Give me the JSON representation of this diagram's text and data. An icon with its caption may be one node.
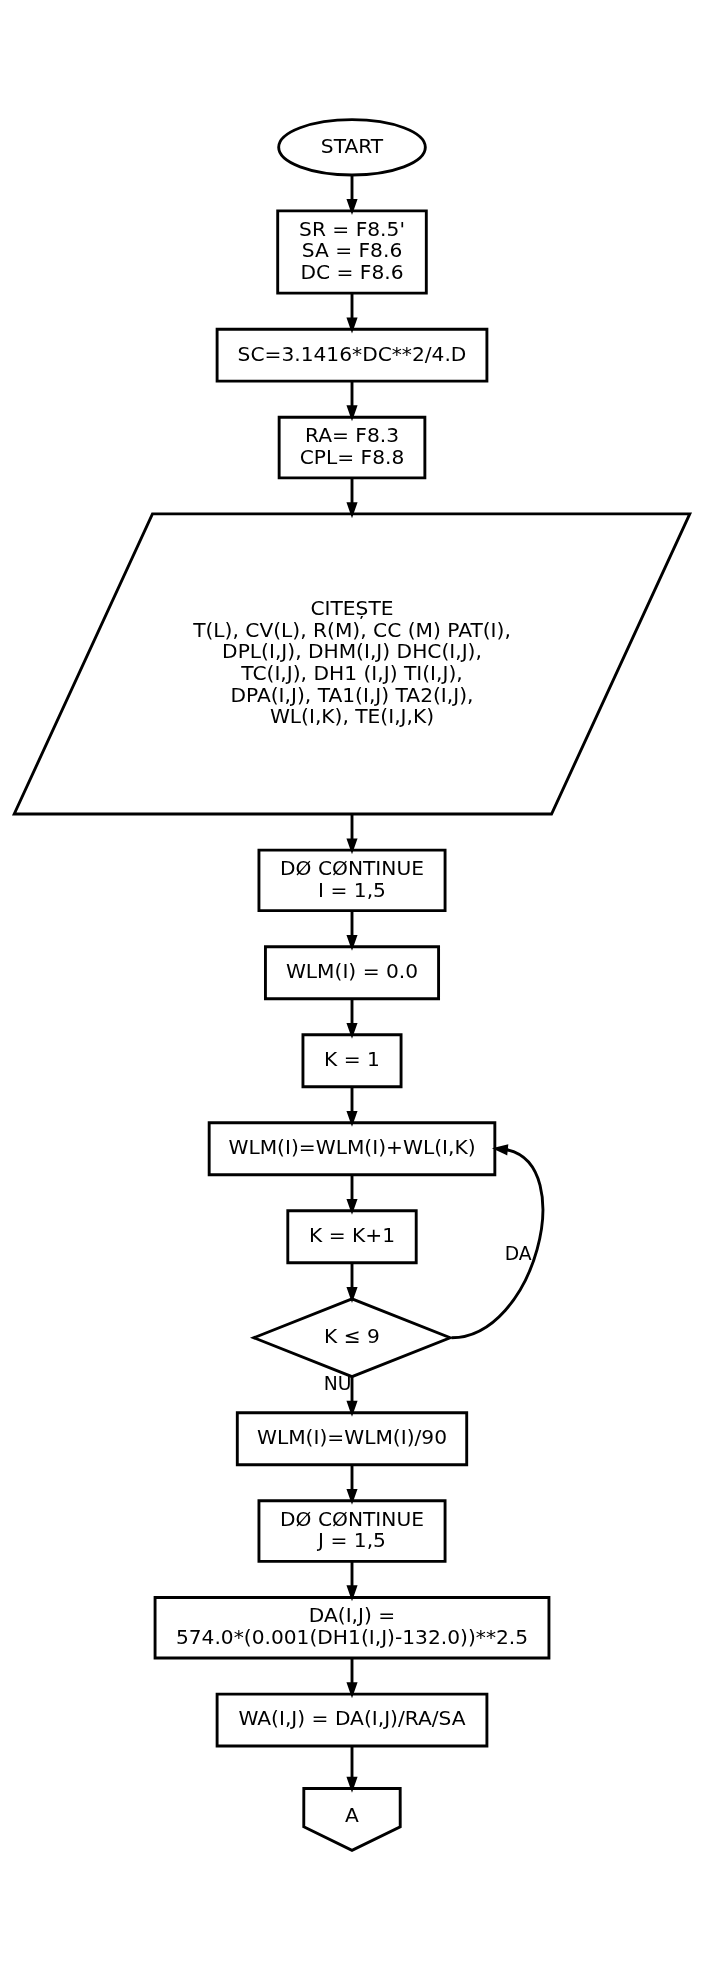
{
  "diagram": {
    "nodes": [
      {
        "text": [
          "START"
        ]
      },
      {
        "text": [
          "SR = F8.5'",
          "SA = F8.6",
          "DC = F8.6"
        ]
      },
      {
        "text": [
          "SC=3.1416*DC**2/4.D"
        ]
      },
      {
        "text": [
          "RA= F8.3",
          "CPL= F8.8"
        ]
      },
      {
        "text": [
          "CITEȘTE",
          "T(L), CV(L), R(M), CC (M) PAT(I), DPL(I,J), DHM(I,J) DHC(I,J), TC(I,J), DH1 (I,J) TI(I,J), DPA(I,J), TA1(I,J) TA2(I,J), WL(I,K), TE(I,J,K)"
        ]
      },
      {
        "text": [
          "DØ CØNTINUE",
          "I = 1,5"
        ]
      },
      {
        "text": [
          "WLM(I) = 0.0"
        ]
      },
      {
        "text": [
          "K = 1"
        ]
      },
      {
        "text": [
          "WLM(I)=WLM(I)+WL(I,K)"
        ]
      },
      {
        "text": [
          "K = K+1"
        ]
      },
      {
        "text": [
          "K ≤ 9"
        ]
      },
      {
        "text": [
          "WLM(I)=WLM(I)/90"
        ]
      },
      {
        "text": [
          "DØ CØNTINUE",
          "J = 1,5"
        ]
      },
      {
        "text": [
          "DA(I,J) = 574.0*(0.001(DH1(I,J)-132.0))**2.5"
        ]
      },
      {
        "text": [
          "WA(I,J) = DA(I,J)/RA/SA"
        ]
      },
      {
        "text": [
          "A"
        ]
      }
    ],
    "edges": [
      {
        "from": 0,
        "to": 1,
        "arrow": "to"
      },
      {
        "from": 1,
        "to": 2,
        "arrow": "to"
      },
      {
        "from": 2,
        "to": 3,
        "arrow": "to"
      },
      {
        "from": 3,
        "to": 4,
        "arrow": "to"
      },
      {
        "from": 4,
        "to": 5,
        "arrow": "to"
      },
      {
        "from": 5,
        "to": 6,
        "arrow": "to"
      },
      {
        "from": 6,
        "to": 7,
        "arrow": "to"
      },
      {
        "from": 7,
        "to": 8,
        "arrow": "to"
      },
      {
        "from": 8,
        "to": 9,
        "arrow": "to"
      },
      {
        "from": 9,
        "to": 10,
        "arrow": "to"
      },
      {
        "from": 10,
        "to": 8,
        "arrow": "to",
        "label": "DA"
      },
      {
        "from": 10,
        "to": 11,
        "arrow": "to",
        "label": "NU"
      },
      {
        "from": 11,
        "to": 12,
        "arrow": "to"
      },
      {
        "from": 12,
        "to": 13,
        "arrow": "to"
      },
      {
        "from": 13,
        "to": 14,
        "arrow": "to"
      },
      {
        "from": 14,
        "to": 15,
        "arrow": "to"
      }
    ]
  }
}
